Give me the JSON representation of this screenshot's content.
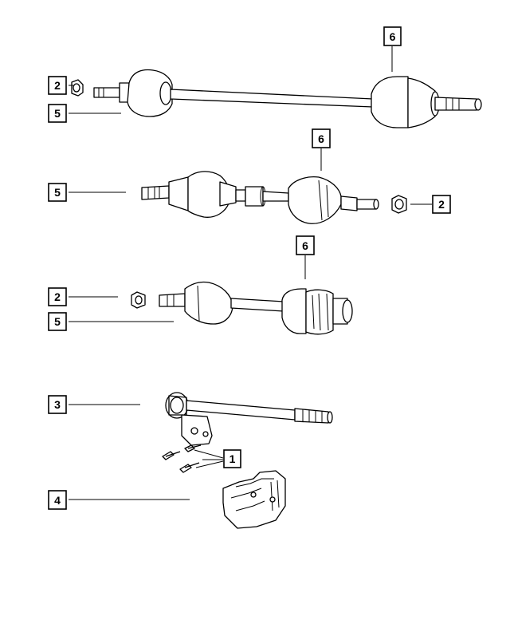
{
  "callouts": [
    {
      "label": "6"
    },
    {
      "label": "2"
    },
    {
      "label": "5"
    },
    {
      "label": "6"
    },
    {
      "label": "5"
    },
    {
      "label": "2"
    },
    {
      "label": "6"
    },
    {
      "label": "2"
    },
    {
      "label": "5"
    },
    {
      "label": "3"
    },
    {
      "label": "1"
    },
    {
      "label": "4"
    }
  ]
}
